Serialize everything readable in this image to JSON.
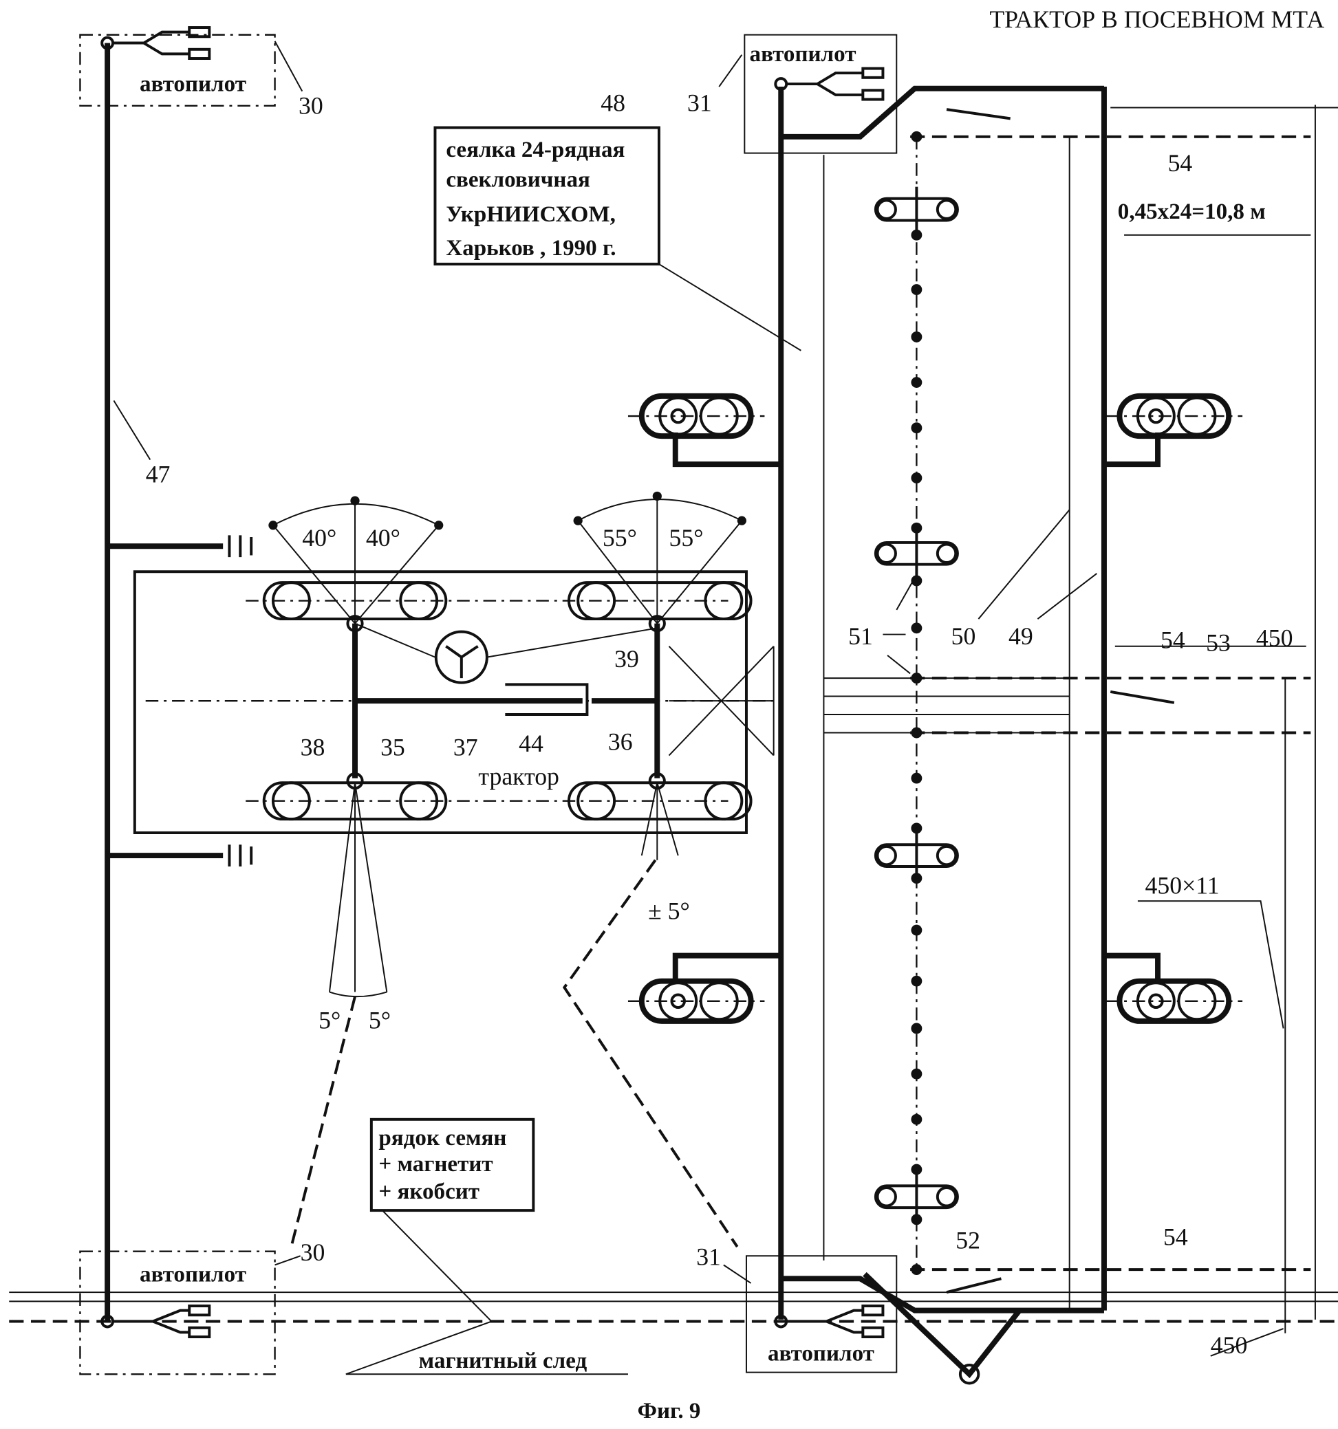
{
  "title": "ТРАКТОР В ПОСЕВНОМ МТА",
  "figure_caption": "Фиг. 9",
  "autopilot_label": "автопилот",
  "seeder_box": [
    "сеялка 24-рядная",
    "свекловичная",
    "УкрНИИСХОМ,",
    "Харьков , 1990 г."
  ],
  "seed_row_box": [
    "рядок семян",
    "+ магнетит",
    "+ якобсит"
  ],
  "magnetic_track": "магнитный след",
  "tractor_label": "трактор",
  "angles": {
    "front_left": "40°",
    "front_right": "40°",
    "rear_left": "55°",
    "rear_right": "55°",
    "bottom_left": "5°",
    "bottom_right": "5°",
    "rear_tolerance": "± 5°"
  },
  "refs": {
    "r30": "30",
    "r31": "31",
    "r47": "47",
    "r48": "48",
    "r35": "35",
    "r36": "36",
    "r37": "37",
    "r38": "38",
    "r39": "39",
    "r44": "44",
    "r49": "49",
    "r50": "50",
    "r51": "51",
    "r52": "52",
    "r53": "53",
    "r54": "54"
  },
  "dimensions": {
    "width": "0,45x24=10,8 м",
    "row_spacing": "450",
    "span": "450×11"
  }
}
